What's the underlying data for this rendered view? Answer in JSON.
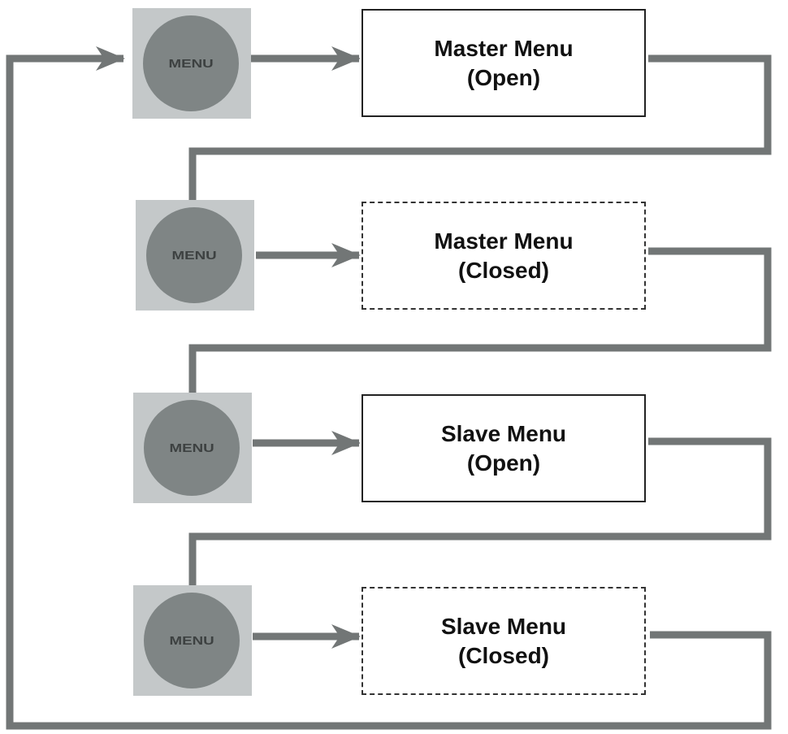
{
  "steps": [
    {
      "button_label": "MENU",
      "title": "Master Menu",
      "status": "(Open)",
      "box_style": "solid"
    },
    {
      "button_label": "MENU",
      "title": "Master Menu",
      "status": "(Closed)",
      "box_style": "dashed"
    },
    {
      "button_label": "MENU",
      "title": "Slave Menu",
      "status": "(Open)",
      "box_style": "solid"
    },
    {
      "button_label": "MENU",
      "title": "Slave Menu",
      "status": "(Closed)",
      "box_style": "dashed"
    }
  ],
  "colors": {
    "connector": "#727676",
    "button_background": "#c4c8c9",
    "button_circle": "#7f8585",
    "box_border": "#222222"
  }
}
